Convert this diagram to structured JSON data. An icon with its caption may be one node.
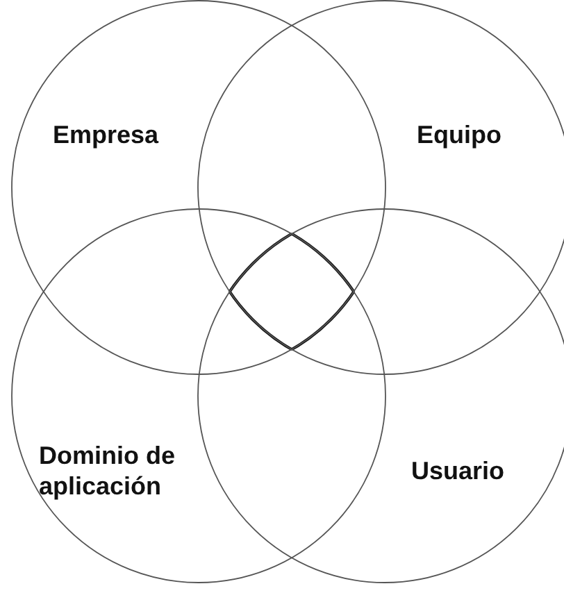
{
  "diagram": {
    "nodes": [
      {
        "text": [
          "Empresa"
        ]
      },
      {
        "text": [
          "Equipo"
        ]
      },
      {
        "text": [
          "Dominio de aplicación"
        ]
      },
      {
        "text": [
          "Usuario"
        ]
      }
    ]
  }
}
